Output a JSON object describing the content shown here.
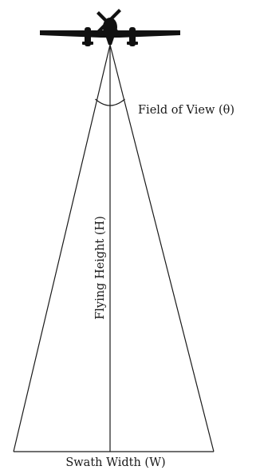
{
  "diagram": {
    "labels": {
      "field_of_view": "Field of View (θ)",
      "flying_height": "Flying Height (H)",
      "swath_width": "Swath Width (W)"
    },
    "icons": {
      "aircraft": "airplane-icon"
    },
    "colors": {
      "line": "#1a1a1a",
      "aircraft": "#111111",
      "background": "#ffffff"
    }
  }
}
